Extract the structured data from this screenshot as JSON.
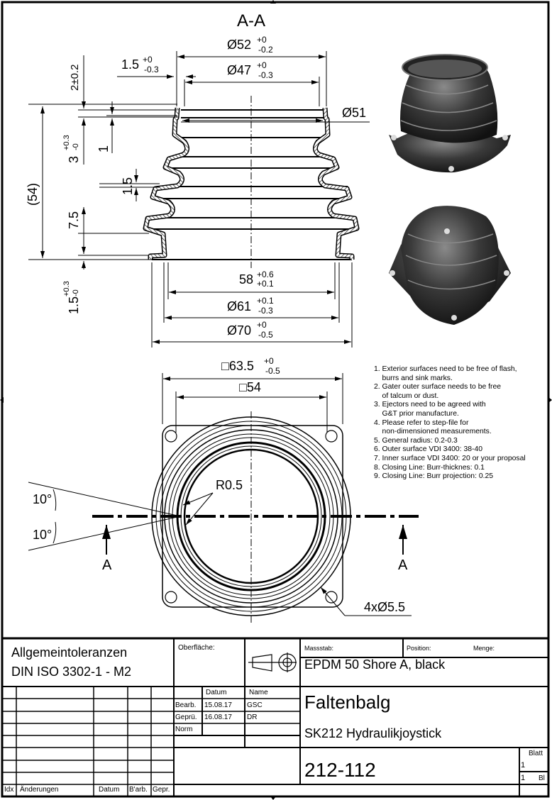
{
  "section_title": "A-A",
  "dims": {
    "d52": "Ø52",
    "d52_tol_up": "+0",
    "d52_tol_dn": "-0.2",
    "d47": "Ø47",
    "d47_tol_up": "+0",
    "d47_tol_dn": "-0.3",
    "w15": "1.5",
    "w15_tol_up": "+0",
    "w15_tol_dn": "-0.3",
    "d51": "Ø51",
    "h2": "2±0.2",
    "h3": "3",
    "h3_tol_up": "+0.3",
    "h3_tol_dn": "-0",
    "h1": "1",
    "h54": "(54)",
    "h15": "1.5",
    "h75": "7.5",
    "h15b": "1.5",
    "h15b_tol_up": "+0.3",
    "h15b_tol_dn": "-0",
    "d58": "58",
    "d58_tol_up": "+0.6",
    "d58_tol_dn": "+0.1",
    "d61": "Ø61",
    "d61_tol_up": "+0.1",
    "d61_tol_dn": "-0.3",
    "d70": "Ø70",
    "d70_tol_up": "+0",
    "d70_tol_dn": "-0.5",
    "sq635": "□63.5",
    "sq635_tol_up": "+0",
    "sq635_tol_dn": "-0.5",
    "sq54": "□54",
    "r05": "R0.5",
    "ang1": "10°",
    "ang2": "10°",
    "holes": "4xØ5.5",
    "cut_left": "A",
    "cut_right": "A"
  },
  "notes": [
    "1. Exterior surfaces need to be free of flash,\n    burrs and sink marks.",
    "2. Gater outer surface needs to be free\n    of talcum or dust.",
    "3. Ejectors need to be agreed with\n    G&T prior manufacture.",
    "4. Please refer to step-file for\n    non-dimensioned measurements.",
    "5. General radius: 0.2-0.3",
    "6. Outer surface VDI 3400: 38-40",
    "7. Inner surface VDI 3400: 20 or your proposal",
    "8. Closing Line: Burr-thicknes: 0.1",
    "9. Closing Line: Burr projection: 0.25"
  ],
  "title_block": {
    "tolerances_1": "Allgemeintoleranzen",
    "tolerances_2": "DIN ISO 3302-1 - M2",
    "surface_label": "Oberfläche:",
    "scale_label": "Massstab:",
    "position_label": "Position:",
    "quantity_label": "Menge:",
    "material": "EPDM 50 Shore A, black",
    "col_date": "Datum",
    "col_name": "Name",
    "row_drawn": "Bearb.",
    "drawn_date": "15.08.17",
    "drawn_name": "GSC",
    "row_checked": "Geprü.",
    "checked_date": "16.08.17",
    "checked_name": "DR",
    "row_norm": "Norm",
    "title": "Faltenbalg",
    "subtitle": "SK212 Hydraulikjoystick",
    "drawing_number": "212-112",
    "sheet_label": "Blatt",
    "sheet_no": "1",
    "sheet_total": "1",
    "sheets_label": "Bl",
    "rev_idx": "Idx",
    "rev_changes": "Änderungen",
    "rev_date": "Datum",
    "rev_by": "B'arb.",
    "rev_checked": "Gepr."
  }
}
